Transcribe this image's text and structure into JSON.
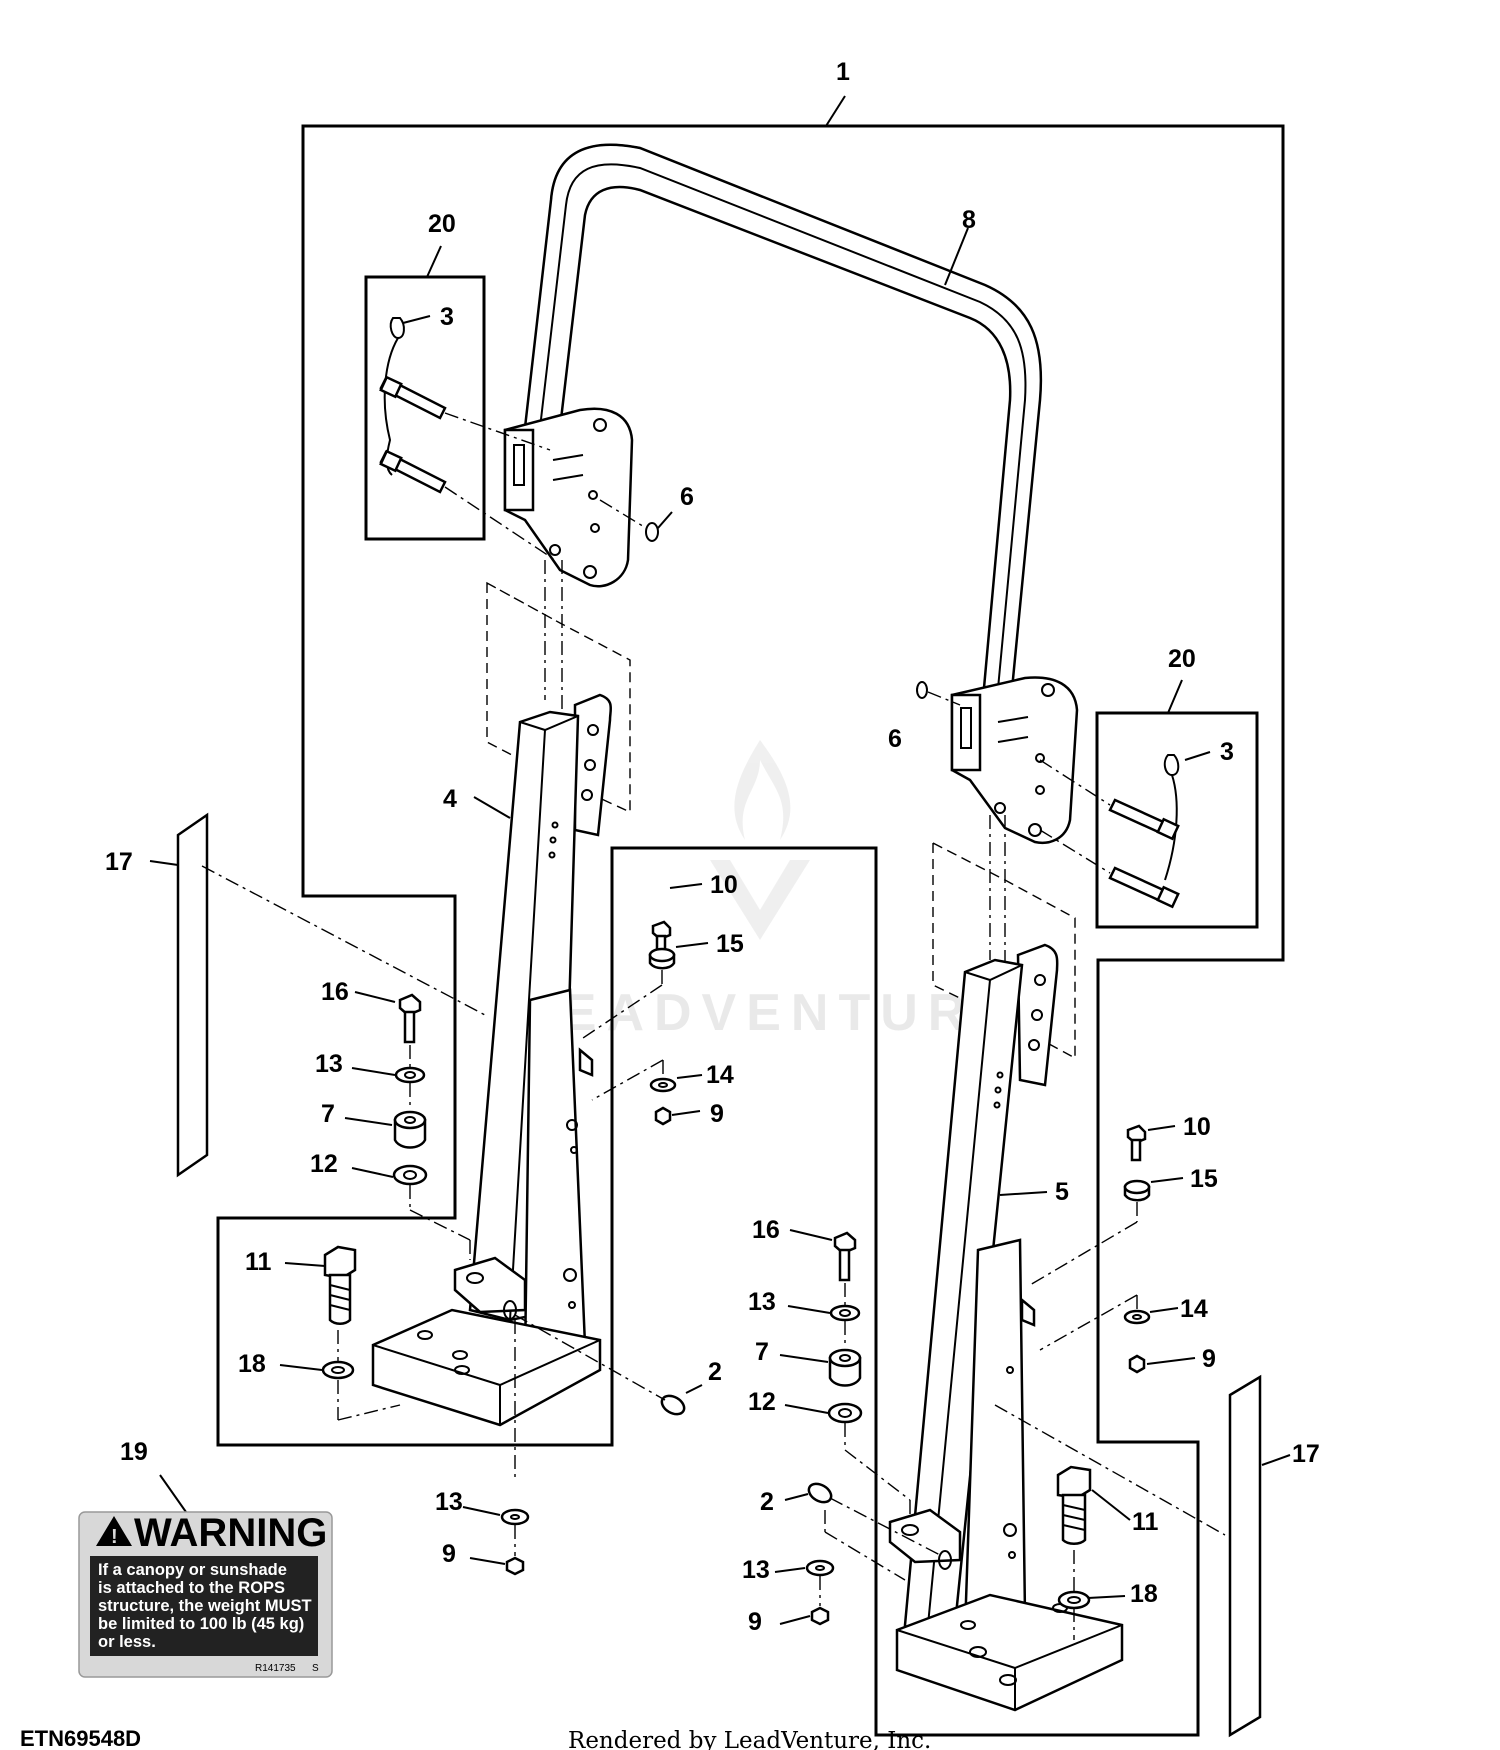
{
  "diagram_code": "ETN69548D",
  "render_credit": "Rendered by LeadVenture, Inc.",
  "watermark": "LEADVENTURE",
  "warning_decal": {
    "heading": "WARNING",
    "lines": [
      "If a canopy or sunshade",
      "is attached to the ROPS",
      "structure, the weight MUST",
      "be limited to 100 lb (45 kg)",
      "or less."
    ],
    "part_code": "R141735",
    "suffix": "S"
  },
  "callouts": {
    "c1": "1",
    "c8": "8",
    "c20_left": "20",
    "c3_left": "3",
    "c6_left": "6",
    "c20_right": "20",
    "c3_right": "3",
    "c6_right": "6",
    "c4": "4",
    "c17_left": "17",
    "c10_left": "10",
    "c15_left": "15",
    "c16_left": "16",
    "c13_left": "13",
    "c14_left": "14",
    "c9_left": "9",
    "c7_left": "7",
    "c12_left": "12",
    "c11_left": "11",
    "c18_left": "18",
    "c2_left": "2",
    "c13_bottom": "13",
    "c9_bottom": "9",
    "c19": "19",
    "c5": "5",
    "c10_right": "10",
    "c15_right": "15",
    "c16_right": "16",
    "c13_right": "13",
    "c14_right": "14",
    "c9_right": "9",
    "c7_right": "7",
    "c12_right": "12",
    "c2_right": "2",
    "c11_right": "11",
    "c18_right": "18",
    "c17_right": "17",
    "c13_right_bottom": "13",
    "c9_right_bottom": "9"
  }
}
